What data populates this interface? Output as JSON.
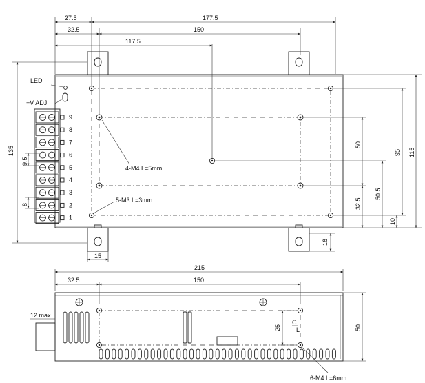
{
  "top_view": {
    "dims": {
      "d_27_5": "27.5",
      "d_177_5": "177.5",
      "d_32_5": "32.5",
      "d_150": "150",
      "d_117_5": "117.5",
      "d_135": "135",
      "d_9_5": "9.5",
      "d_8": "8",
      "d_50": "50",
      "d_95": "95",
      "d_115": "115",
      "d_50_5": "50.5",
      "d_32_5_v": "32.5",
      "d_10": "10",
      "d_16": "16",
      "d_15": "15"
    },
    "labels": {
      "led": "LED",
      "vadj": "+V ADJ.",
      "m4_note": "4-M4 L=5mm",
      "m3_note": "5-M3 L=3mm"
    },
    "terminals": [
      "9",
      "8",
      "7",
      "6",
      "5",
      "4",
      "3",
      "2",
      "1"
    ]
  },
  "side_view": {
    "dims": {
      "d_215": "215",
      "d_32_5": "32.5",
      "d_150": "150",
      "d_12max": "12 max.",
      "d_25": "25",
      "d_50": "50"
    },
    "labels": {
      "c": "C",
      "l": "L",
      "m4_note": "6-M4 L=6mm"
    }
  }
}
